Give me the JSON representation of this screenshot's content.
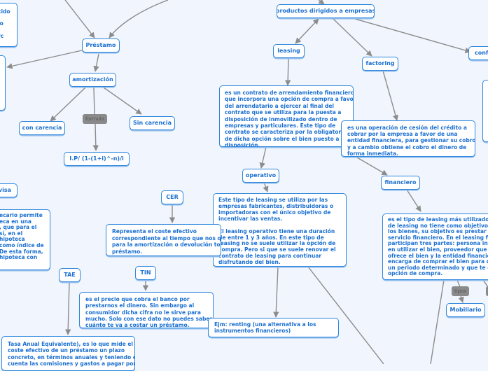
{
  "map": {
    "background": "#f1f5fd",
    "node_border_color": "#2d86dd",
    "node_text_color": "#1a6fd1",
    "link_color": "#8c8c8c"
  },
  "nodes": {
    "top_left_partial": {
      "lines": [
        "cido",
        "lo",
        "rc"
      ]
    },
    "prestamo": {
      "label": "Préstamo"
    },
    "amortizacion": {
      "label": "amortización"
    },
    "formula_label": {
      "label": "formula"
    },
    "con_carencia": {
      "label": "con carencia"
    },
    "sin_carencia": {
      "label": "Sin carencia"
    },
    "formula": {
      "label": "I.P/ (1-(1+i)^-n)/i"
    },
    "revisa_partial": {
      "label": "visa"
    },
    "hipoteca_partial": {
      "lines": [
        "ecario permite",
        "eca en una",
        ", que para el",
        "sí, en el",
        "hipoteca",
        " como índice de",
        " De esta forma,",
        " hipoteca con"
      ]
    },
    "cer": {
      "label": "CER"
    },
    "cer_desc": {
      "lines": [
        "Representa el coste efectivo",
        "correspondiente al tiempo que nos queda",
        "para la amortización o devolución total del",
        "préstamo."
      ]
    },
    "tae": {
      "label": "TAE"
    },
    "tin": {
      "label": "TIN"
    },
    "tin_desc": {
      "lines": [
        "es el precio que cobra el banco por",
        "prestarnos el dinero. Sin embargo al",
        "consumidor dicha cifra no le sirve para",
        "mucho. Solo con ese dato no puedes saber",
        "cuánto te va a costar un préstamo."
      ]
    },
    "tae_desc": {
      "lines": [
        "Tasa Anual Equivalente), es lo que mide el",
        "coste efectivo de un préstamo un plazo",
        "concreto, en términos anuales y teniendo en",
        "cuenta las comisiones y gastos a pagar por"
      ]
    },
    "productos_empresas": {
      "label": "productos dirigidos a empresas"
    },
    "leasing": {
      "label": "leasing"
    },
    "factoring": {
      "label": "factoring"
    },
    "confirming_partial": {
      "label": "confi"
    },
    "leasing_desc": {
      "lines": [
        "es un contrato de arrendamiento financiero,",
        "que incorpora una opción de compra a favor",
        "del arrendatario a ejercer al final del",
        "contrato que se utiliza para la puesta a",
        "disposición de inmovilizado dentro de",
        "empresas y particulares. Este tipo de",
        "contrato se caracteriza por la obligatoriedad",
        "de dicha opción sobre el bien puesto a",
        "disposición."
      ]
    },
    "factoring_desc": {
      "lines": [
        "es una operación de cesión del crédito a",
        "cobrar por la empresa a favor de una",
        "entidad financiera, para gestionar su cobro",
        "y a cambio obtiene el cobro el dinero de",
        "forma inmediata."
      ]
    },
    "operativo": {
      "label": "operativo"
    },
    "operativo_desc": {
      "lines": [
        "Este tipo de leasing se utiliza por las",
        "empresas fabricantes, distribuidoras o",
        "importadoras con el único objetivo de",
        "incentivar las ventas.",
        "",
        "El leasing operativo tiene una duración",
        "de entre 1 y 3 años. En este tipo de",
        "leasing no se suele utilizar la opción de",
        "compra. Pero si que se suele renovar el",
        "contrato de leasing para continuar",
        "disfrutando del bien."
      ]
    },
    "financiero": {
      "label": "financiero"
    },
    "financiero_desc": {
      "lines": [
        "es el tipo de leasing más utilizado. Este tipo",
        "de leasing no tiene como objetivo vender",
        "los bienes, su objetivo es prestar un",
        "servicio financiero. En el leasing financiero",
        "participan tres partes: persona interesada",
        "en utilizar el bien, proveedor que vende u",
        "ofrece el bien y la entidad financiera que se",
        "encarga de comprar el bien para cederlo por",
        "un periodo determinado y que te ofrece la",
        "opción de compra."
      ]
    },
    "renting": {
      "lines": [
        "Ejm: renting (una alternativa a los",
        "instrumentos financieros)"
      ]
    },
    "tipos_label": {
      "label": "tipos"
    },
    "mobiliario": {
      "label": "Mobiliario"
    }
  }
}
